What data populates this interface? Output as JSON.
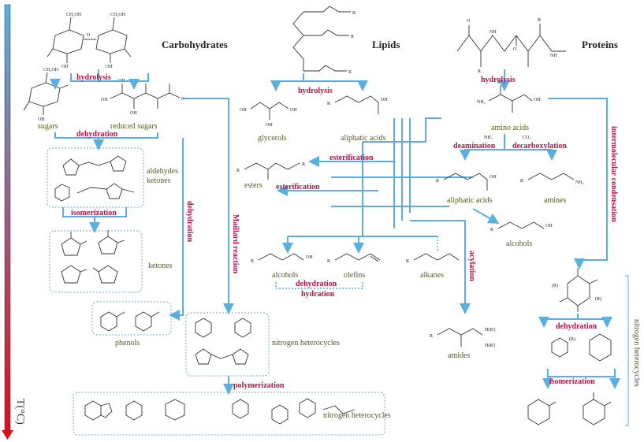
{
  "headers": {
    "carbohydrates": "Carbohydrates",
    "lipids": "Lipids",
    "proteins": "Proteins"
  },
  "axis": {
    "label": "T(°C)"
  },
  "reactions": {
    "hydrolysis_carb": "hydrolysis",
    "hydrolysis_lipid": "hydrolysis",
    "hydrolysis_protein": "hydrolysis",
    "dehydration_carb": "dehydration",
    "isomerization_carb": "isomerization",
    "dehydration_vertical": "dehydration",
    "maillard": "Maillard reaction",
    "esterification_1": "esterification",
    "esterification_2": "esterification",
    "deamination": "deamination",
    "decarboxylation": "decarboxylation",
    "intermolecular": "intermolecular condensation",
    "acylation": "acylation",
    "dehydration_lipid": "dehydration",
    "hydration": "hydration",
    "polymerization": "polymerization",
    "dehydration_protein": "dehydration",
    "isomerization_protein": "isomerization"
  },
  "compounds": {
    "sugars": "sugars",
    "reduced_sugars": "reduced sugars",
    "aldehydes": "aldehydes",
    "ketones_upper": "ketones",
    "ketones": "ketones",
    "phenols": "phenols",
    "nitrogen_heterocycles_mid": "nitrogen heterocycles",
    "nitrogen_heterocycles_bottom": "nitrogen heterocycles",
    "nitrogen_heterocycles_right": "nitrogen heterocycles",
    "glycerols": "glycerols",
    "aliphatic_acids_lipid": "aliphatic acids",
    "esters": "esters",
    "alcohols_lipid": "alcohols",
    "olefins": "olefins",
    "alkanes": "alkanes",
    "amino_acids": "amino acids",
    "aliphatic_acids_protein": "aliphatic acids",
    "amines": "amines",
    "alcohols_protein": "alcohols",
    "amides": "amides"
  },
  "atoms": {
    "oh": "OH",
    "o": "O",
    "n": "N",
    "nh": "NH",
    "nh2": "NH₂",
    "nh3": "NH₃",
    "co2": "CO₂",
    "r": "R",
    "ch2oh": "CH₂OH",
    "h_r": "H(R')",
    "r_sub": "(R)"
  },
  "colors": {
    "flow": "#5aaee0",
    "reaction": "#b0144a",
    "compound": "#5a5a1e",
    "axis_top": "#5aaee0",
    "axis_bottom": "#d6101d"
  }
}
